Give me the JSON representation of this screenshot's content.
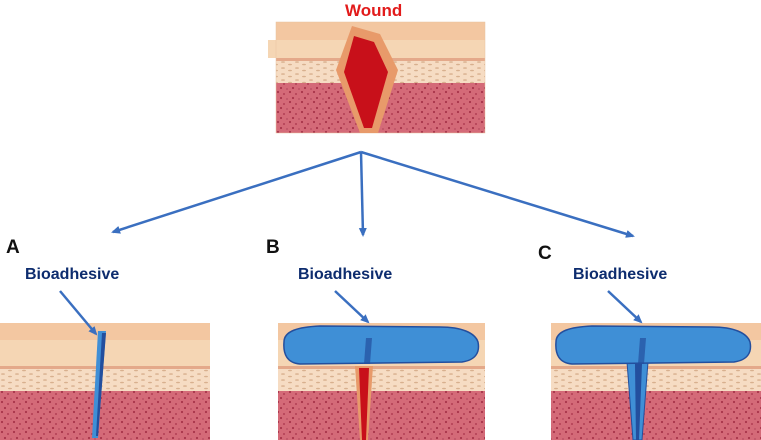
{
  "title": "Wound",
  "label": "Bioadhesive",
  "panels": [
    {
      "letter": "A"
    },
    {
      "letter": "B"
    },
    {
      "letter": "C"
    }
  ],
  "colors": {
    "title": "#e21b1b",
    "label": "#0d2c6e",
    "arrow": "#3a6fc0",
    "skin_top": "#f5d6b4",
    "dermis": "#d46a78",
    "wound_fill": "#c8101a",
    "wound_border": "#e89a6a",
    "bioadhesive": "#3f8fd6",
    "bioadhesive_dark": "#234f9e"
  }
}
